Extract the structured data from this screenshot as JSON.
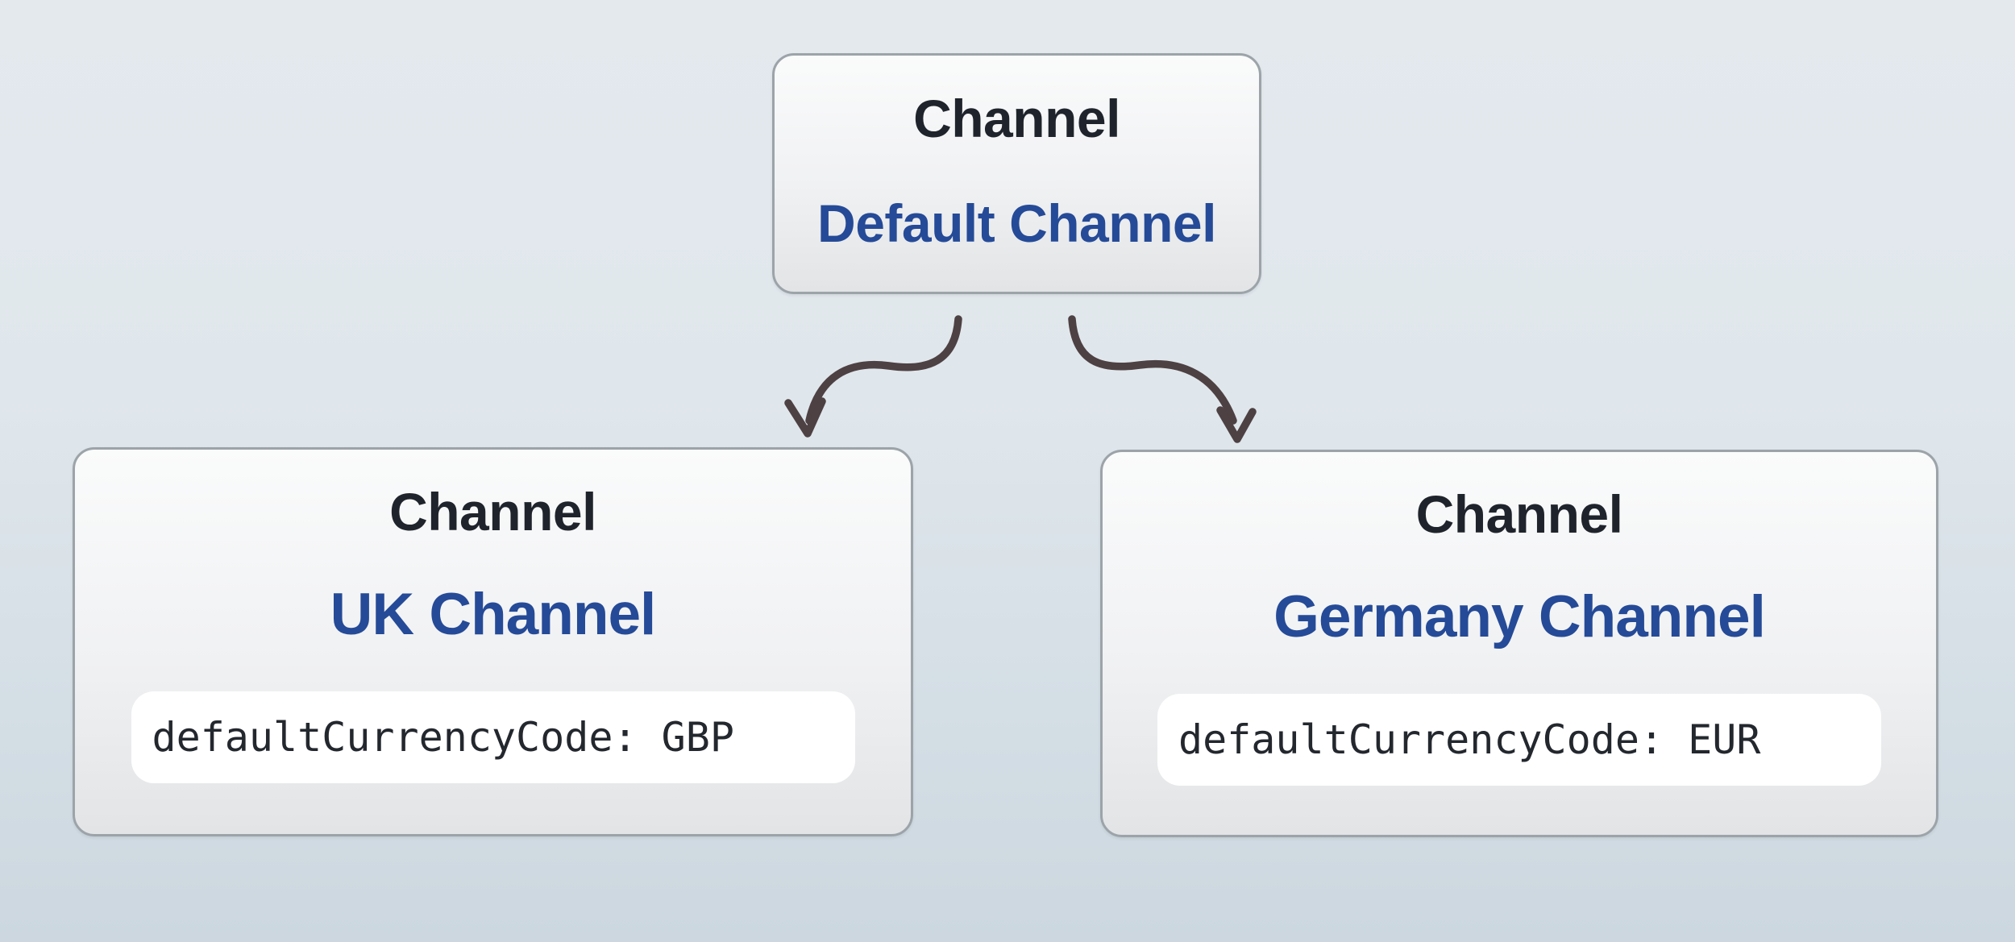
{
  "diagram": {
    "nodes": [
      {
        "type_label": "Channel",
        "name": "Default Channel"
      },
      {
        "type_label": "Channel",
        "name": "UK Channel",
        "code": "defaultCurrencyCode: GBP"
      },
      {
        "type_label": "Channel",
        "name": "Germany Channel",
        "code": "defaultCurrencyCode: EUR"
      }
    ],
    "edges": [
      {
        "from": "Default Channel",
        "to": "UK Channel"
      },
      {
        "from": "Default Channel",
        "to": "Germany Channel"
      }
    ],
    "colors": {
      "background_top": "#e4e9ee",
      "background_bottom": "#ccd7df",
      "node_border": "#9ca4a9",
      "node_fill_top": "#fafbfb",
      "node_fill_bottom": "#e2e4e6",
      "type_label_text": "#1f242c",
      "name_text_blue": "#254a97",
      "code_text": "#23272e",
      "code_pill_background": "#ffffff",
      "arrow": "#4e4143"
    }
  }
}
